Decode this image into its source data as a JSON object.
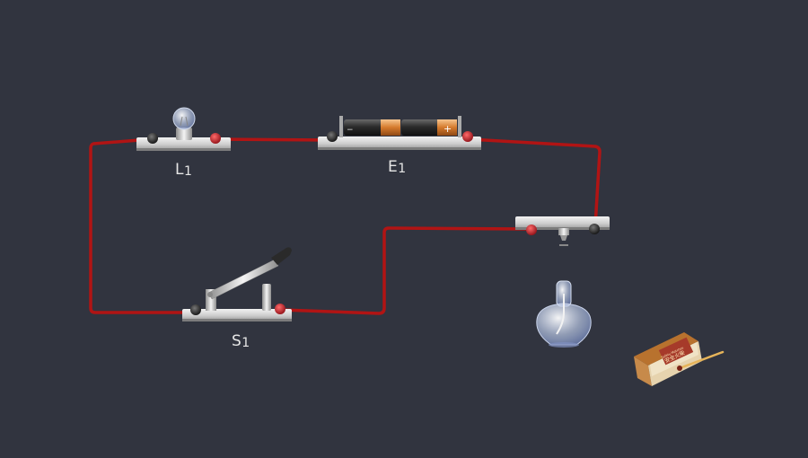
{
  "labels": {
    "lamp": {
      "letter": "L",
      "index": "1"
    },
    "battery": {
      "letter": "E",
      "index": "1"
    },
    "switch": {
      "letter": "S",
      "index": "1"
    }
  },
  "battery": {
    "negative_sign": "−",
    "positive_sign": "+"
  },
  "matchbox": {
    "text_line1": "Safety Matches",
    "text_line2": "安全火柴"
  },
  "colors": {
    "background": "#31343f",
    "wire": "#b11414",
    "terminal_red": "#c4202a",
    "terminal_black": "#222222",
    "board": "#d9d9d9"
  }
}
